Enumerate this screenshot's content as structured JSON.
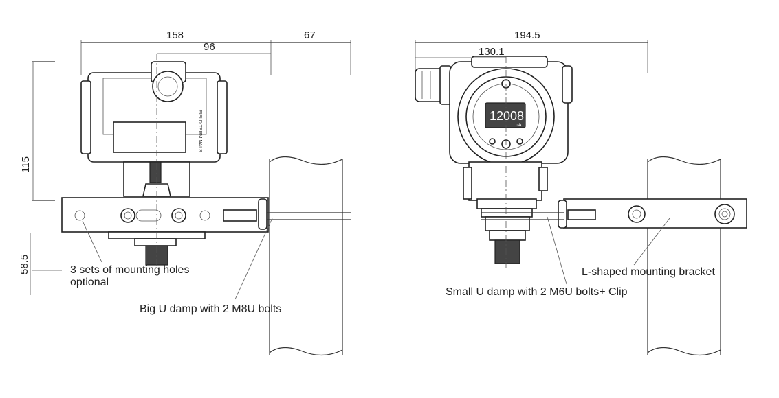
{
  "dimensions": {
    "left_width_total": "158",
    "left_width_offset": "67",
    "left_width_center": "96",
    "left_height": "115",
    "left_depth": "58.5",
    "right_width_total": "194.5",
    "right_width_center": "130.1"
  },
  "display_reading": "12008",
  "display_unit": "uA",
  "labels": {
    "mounting_holes_line1": "3 sets of mounting holes",
    "mounting_holes_line2": "optional",
    "big_u_clamp": "Big U damp with 2 M8U bolts",
    "small_u_clamp": "Small U damp with 2 M6U bolts+ Clip",
    "l_bracket": "L-shaped mounting bracket"
  },
  "housing_text": "FIELD TERMINALS"
}
